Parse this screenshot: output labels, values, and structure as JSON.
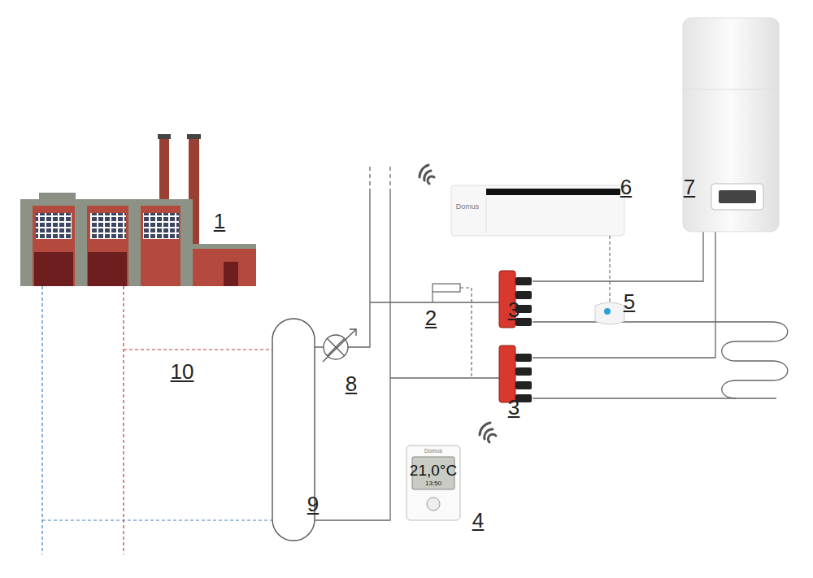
{
  "diagram": {
    "labels": [
      "1",
      "2",
      "3",
      "3",
      "4",
      "5",
      "6",
      "7",
      "8",
      "9",
      "10",
      "Domus",
      "Domus",
      "21,0°C",
      "13:50"
    ]
  }
}
